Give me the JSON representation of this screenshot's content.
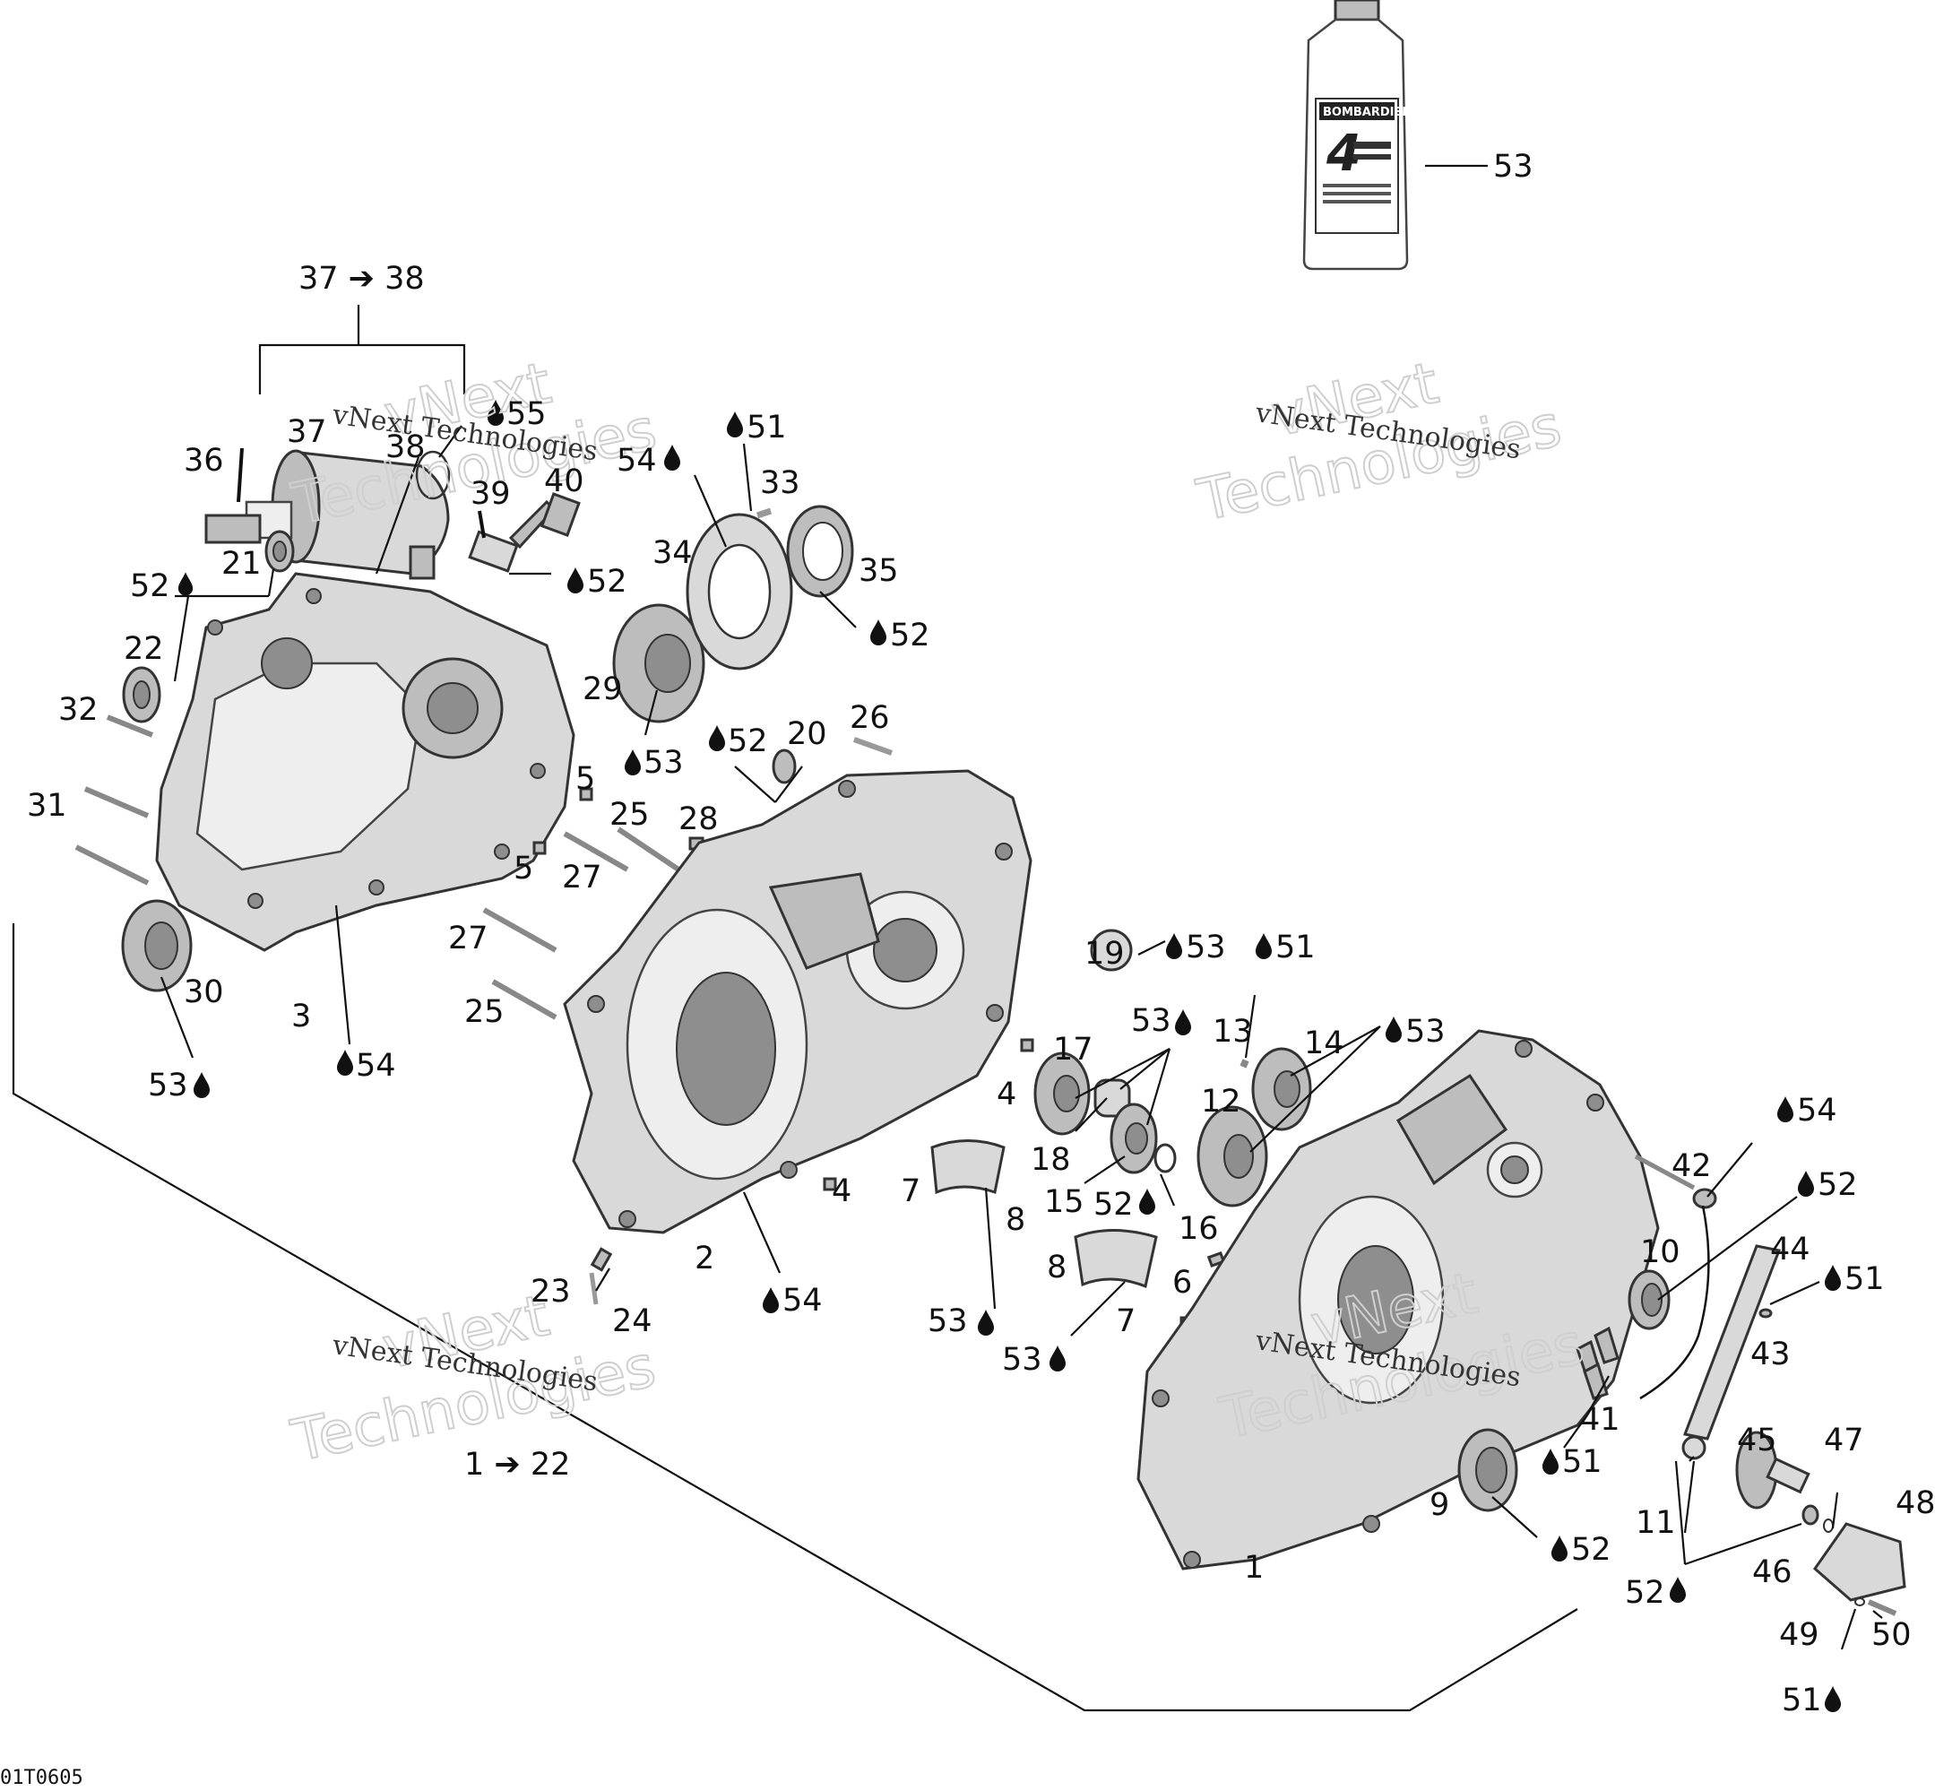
{
  "diagram_code": "01T0605",
  "watermark": {
    "company_small": "vNext Technologies",
    "company_big_line1": "vNext",
    "company_big_line2": "Technologies"
  },
  "oil_bottle": {
    "brand": "BOMBARDIER",
    "big_mark": "4",
    "callout": "53"
  },
  "groups": {
    "starter_group": "37 ➔ 38",
    "crankcase_group": "1 ➔ 22"
  },
  "callouts": [
    {
      "id": "c37",
      "text": "37"
    },
    {
      "id": "c38",
      "text": "38"
    },
    {
      "id": "c55",
      "text": "55"
    },
    {
      "id": "c36",
      "text": "36"
    },
    {
      "id": "c39",
      "text": "39"
    },
    {
      "id": "c40",
      "text": "40"
    },
    {
      "id": "c52a",
      "text": "52"
    },
    {
      "id": "c21",
      "text": "21"
    },
    {
      "id": "c52b",
      "text": "52"
    },
    {
      "id": "c22",
      "text": "22"
    },
    {
      "id": "c32",
      "text": "32"
    },
    {
      "id": "c31",
      "text": "31"
    },
    {
      "id": "c51a",
      "text": "51"
    },
    {
      "id": "c54a",
      "text": "54"
    },
    {
      "id": "c33",
      "text": "33"
    },
    {
      "id": "c34",
      "text": "34"
    },
    {
      "id": "c35",
      "text": "35"
    },
    {
      "id": "c52c",
      "text": "52"
    },
    {
      "id": "c29",
      "text": "29"
    },
    {
      "id": "c53a",
      "text": "53"
    },
    {
      "id": "c52d",
      "text": "52"
    },
    {
      "id": "c20",
      "text": "20"
    },
    {
      "id": "c26",
      "text": "26"
    },
    {
      "id": "c5a",
      "text": "5"
    },
    {
      "id": "c25a",
      "text": "25"
    },
    {
      "id": "c28",
      "text": "28"
    },
    {
      "id": "c5b",
      "text": "5"
    },
    {
      "id": "c27a",
      "text": "27"
    },
    {
      "id": "c27b",
      "text": "27"
    },
    {
      "id": "c25b",
      "text": "25"
    },
    {
      "id": "c30",
      "text": "30"
    },
    {
      "id": "c3",
      "text": "3"
    },
    {
      "id": "c53b",
      "text": "53"
    },
    {
      "id": "c54b",
      "text": "54"
    },
    {
      "id": "c19",
      "text": "19"
    },
    {
      "id": "c53c",
      "text": "53"
    },
    {
      "id": "c51b",
      "text": "51"
    },
    {
      "id": "c13",
      "text": "13"
    },
    {
      "id": "c53d",
      "text": "53"
    },
    {
      "id": "c14",
      "text": "14"
    },
    {
      "id": "c53e",
      "text": "53"
    },
    {
      "id": "c17",
      "text": "17"
    },
    {
      "id": "c4a",
      "text": "4"
    },
    {
      "id": "c12",
      "text": "12"
    },
    {
      "id": "c18",
      "text": "18"
    },
    {
      "id": "c15",
      "text": "15"
    },
    {
      "id": "c52e",
      "text": "52"
    },
    {
      "id": "c16",
      "text": "16"
    },
    {
      "id": "c7a",
      "text": "7"
    },
    {
      "id": "c8a",
      "text": "8"
    },
    {
      "id": "c4b",
      "text": "4"
    },
    {
      "id": "c2",
      "text": "2"
    },
    {
      "id": "c54c",
      "text": "54"
    },
    {
      "id": "c23",
      "text": "23"
    },
    {
      "id": "c24",
      "text": "24"
    },
    {
      "id": "c8b",
      "text": "8"
    },
    {
      "id": "c7b",
      "text": "7"
    },
    {
      "id": "c53f",
      "text": "53"
    },
    {
      "id": "c53g",
      "text": "53"
    },
    {
      "id": "c6",
      "text": "6"
    },
    {
      "id": "c54d",
      "text": "54"
    },
    {
      "id": "c42",
      "text": "42"
    },
    {
      "id": "c52f",
      "text": "52"
    },
    {
      "id": "c10",
      "text": "10"
    },
    {
      "id": "c44",
      "text": "44"
    },
    {
      "id": "c51c",
      "text": "51"
    },
    {
      "id": "c43",
      "text": "43"
    },
    {
      "id": "c41",
      "text": "41"
    },
    {
      "id": "c51d",
      "text": "51"
    },
    {
      "id": "c45",
      "text": "45"
    },
    {
      "id": "c47",
      "text": "47"
    },
    {
      "id": "c48",
      "text": "48"
    },
    {
      "id": "c9",
      "text": "9"
    },
    {
      "id": "c52g",
      "text": "52"
    },
    {
      "id": "c11",
      "text": "11"
    },
    {
      "id": "c1",
      "text": "1"
    },
    {
      "id": "c46",
      "text": "46"
    },
    {
      "id": "c52h",
      "text": "52"
    },
    {
      "id": "c49",
      "text": "49"
    },
    {
      "id": "c50",
      "text": "50"
    },
    {
      "id": "c51e",
      "text": "51"
    }
  ]
}
